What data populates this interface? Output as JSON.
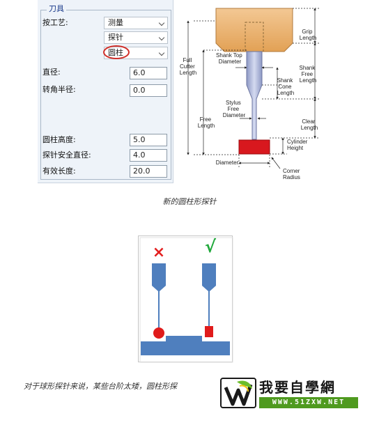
{
  "panel": {
    "group_title": "刀具",
    "labels": {
      "process": "按工艺:",
      "diameter": "直径:",
      "corner_radius": "转角半径:",
      "cylinder_height": "圆柱高度:",
      "probe_safe_diameter": "探针安全直径:",
      "effective_length": "有效长度:"
    },
    "combos": {
      "process": "测量",
      "type": "探针",
      "subtype": "圆柱"
    },
    "values": {
      "diameter": "6.0",
      "corner_radius": "0.0",
      "cylinder_height": "5.0",
      "probe_safe_diameter": "4.0",
      "effective_length": "20.0"
    }
  },
  "diagram": {
    "labels": {
      "grip_length": [
        "Grip",
        "Length"
      ],
      "full_cutter_length": [
        "Full",
        "Cutter",
        "Length"
      ],
      "shank_top_diameter": [
        "Shank Top",
        "Diameter"
      ],
      "shank_free_length": [
        "Shank",
        "Free",
        "Length"
      ],
      "shank_cone_length": [
        "Shank",
        "Cone",
        "Length"
      ],
      "stylus_free_diameter": [
        "Stylus",
        "Free",
        "Diameter"
      ],
      "free_length": [
        "Free",
        "Length"
      ],
      "clear_length": [
        "Clear",
        "Length"
      ],
      "cylinder_height": [
        "Cylinder",
        "Height"
      ],
      "diameter": [
        "Diameter"
      ],
      "corner_radius": [
        "Corner",
        "Radius"
      ]
    },
    "colors": {
      "holder": "#e8a860",
      "shank": "#a9b3d6",
      "cylinder": "#d8181e"
    }
  },
  "caption1": "新的圆柱形探针",
  "example": {
    "wrong_mark": "×",
    "right_mark": "√",
    "colors": {
      "wrong": "#e32020",
      "right": "#1fa83a",
      "probe": "#4f7fbe",
      "tip": "#e01b1b"
    }
  },
  "caption2": "对于球形探针来说，某些台阶太矮，圆柱形探",
  "logo": {
    "title": "我要自學網",
    "url": "WWW.51ZXW.NET"
  }
}
